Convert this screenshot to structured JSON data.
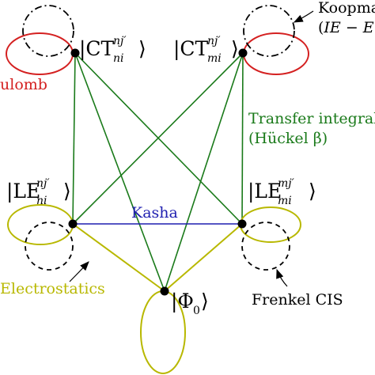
{
  "states": {
    "ct_ni": {
      "ket_open": "|CT",
      "sup": "nj′",
      "sub": "ni",
      "ket_close": "⟩"
    },
    "ct_mi": {
      "ket_open": "|CT",
      "sup": "nj′",
      "sub": "mi",
      "ket_close": "⟩"
    },
    "le_ni": {
      "ket_open": "|LE",
      "sup": "nj′",
      "sub": "ni",
      "ket_close": "⟩"
    },
    "le_mi": {
      "ket_open": "|LE",
      "sup": "mj′",
      "sub": "mi",
      "ket_close": "⟩"
    },
    "ground": {
      "ket_open": "|Φ",
      "sub": "0",
      "ket_close": "⟩"
    }
  },
  "annotations": {
    "koopmans_line1": "Koopma",
    "koopmans_line2_a": "(",
    "koopmans_line2_b": "IE",
    "koopmans_line2_c": " − ",
    "koopmans_line2_d": "E",
    "coulomb": "ulomb",
    "transfer_line1": "Transfer integral",
    "transfer_line2": "(Hückel β)",
    "kasha": "Kasha",
    "electrostatics": "Electrostatics",
    "frenkel": "Frenkel CIS"
  },
  "colors": {
    "transfer": "#1a7a1a",
    "kasha": "#1f1fb0",
    "coulomb": "#d42020",
    "electrostatics": "#b8b800",
    "node": "#000000"
  }
}
